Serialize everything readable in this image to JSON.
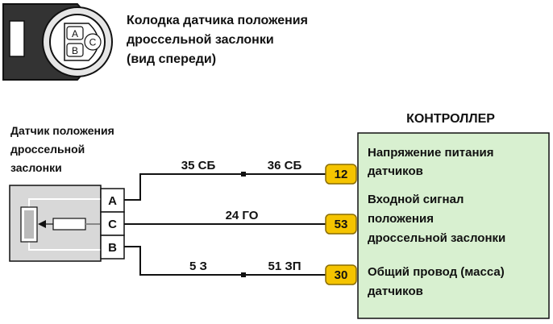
{
  "connector": {
    "caption_lines": [
      "Колодка датчика положения",
      "дроссельной заслонки",
      "(вид спереди)"
    ],
    "pin_a": "A",
    "pin_b": "B",
    "pin_c": "C"
  },
  "sensor": {
    "title_lines": [
      "Датчик положения",
      "дроссельной",
      "заслонки"
    ],
    "pins": [
      "A",
      "C",
      "B"
    ]
  },
  "wires": [
    {
      "from_pin": "A",
      "label_left": "35 СБ",
      "label_right": "36 СБ",
      "terminal": "12"
    },
    {
      "from_pin": "C",
      "label_left": "",
      "label_right": "24 ГО",
      "terminal": "53"
    },
    {
      "from_pin": "B",
      "label_left": "5 З",
      "label_right": "51 ЗП",
      "terminal": "30"
    }
  ],
  "controller": {
    "title": "КОНТРОЛЛЕР",
    "entries": [
      [
        "Напряжение питания",
        "датчиков"
      ],
      [
        "Входной сигнал",
        "положения",
        "дроссельной заслонки"
      ],
      [
        "Общий провод (масса)",
        "датчиков"
      ]
    ]
  },
  "colors": {
    "controller_fill": "#d8f0d0",
    "terminal_fill": "#f5c400",
    "sensor_fill": "#d8d8d8",
    "connector_body": "#333333"
  }
}
